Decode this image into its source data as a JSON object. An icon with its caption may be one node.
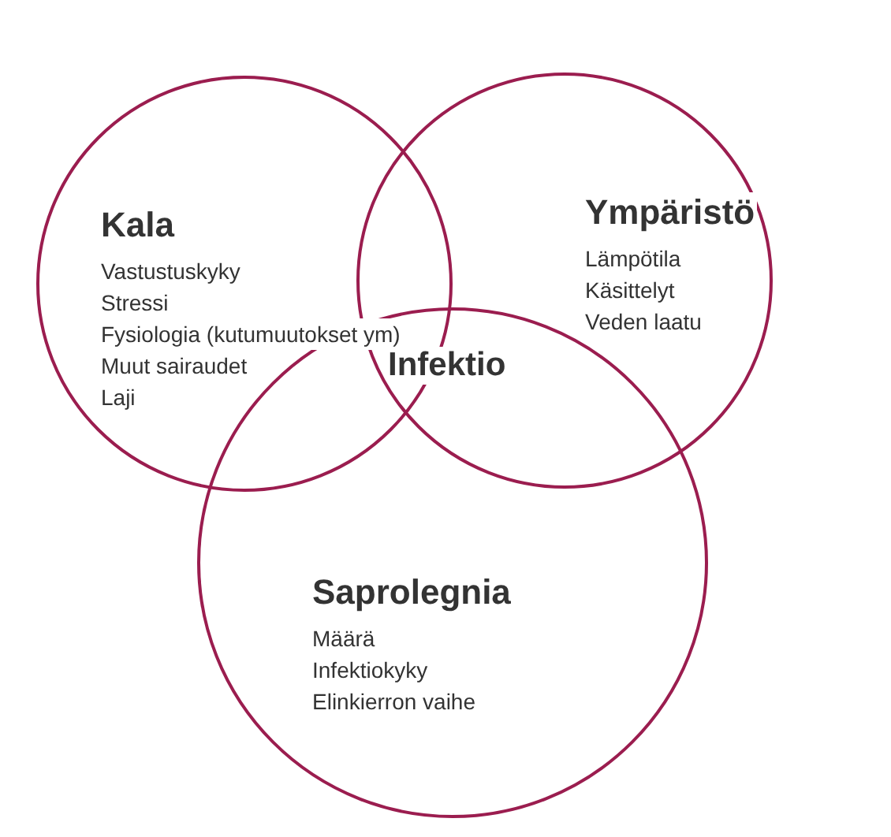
{
  "diagram": {
    "nodes": [
      {
        "text": [
          "Kala",
          "Vastustuskyky",
          "Stressi",
          "Fysiologia (kutumuutokset ym)",
          "Muut sairaudet",
          "Laji"
        ]
      },
      {
        "text": [
          "Ympäristö",
          "Lämpötila",
          "Käsittelyt",
          "Veden laatu"
        ]
      },
      {
        "text": [
          "Saprolegnia",
          "Määrä",
          "Infektiokyky",
          "Elinkierron vaihe"
        ]
      }
    ],
    "labels": [
      "Infektio"
    ]
  }
}
